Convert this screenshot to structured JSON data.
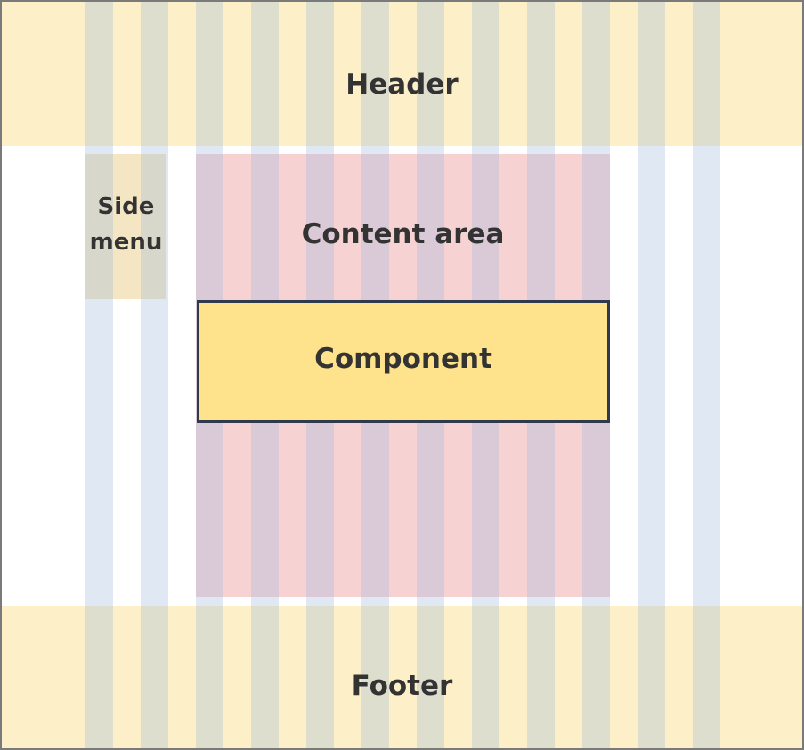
{
  "regions": {
    "header": "Header",
    "side_menu": "Side\nmenu",
    "content_area": "Content area",
    "component": "Component",
    "footer": "Footer"
  },
  "colors": {
    "header_footer_fill": "#fdf0c8",
    "side_menu_fill": "#f4e6c3",
    "content_area_fill": "#f7d2d3",
    "component_fill": "#ffe28c",
    "component_border": "#2f3a4c",
    "grid_column_fill": "#a0b6de",
    "label_text": "#333333"
  },
  "grid": {
    "column_count": 12
  }
}
